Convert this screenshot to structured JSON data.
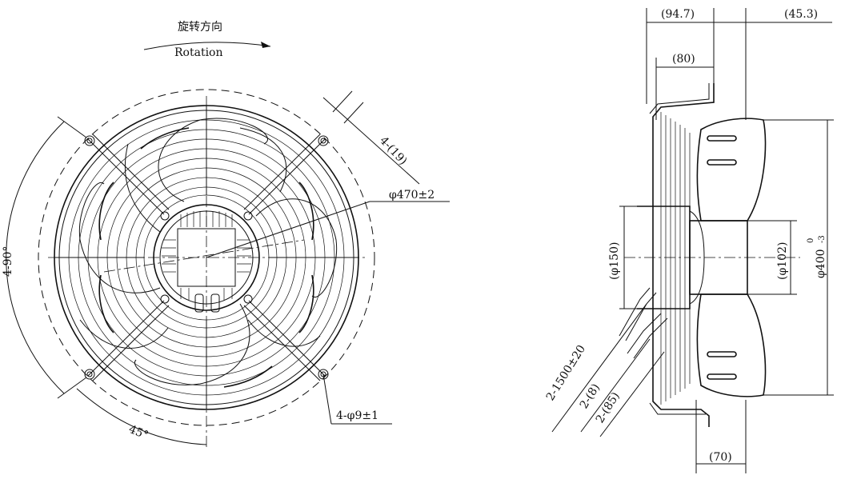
{
  "rotation": {
    "zh": "旋转方向",
    "en": "Rotation"
  },
  "front_view": {
    "ring_diameter": "φ470±2",
    "bolt_holes": "4-φ9±1",
    "slot_width": "4-(19)",
    "angle_spacing": "4-90°",
    "angle_offset": "45°"
  },
  "side_view": {
    "depth_total": "(94.7)",
    "depth_front": "(45.3)",
    "depth_grille": "(80)",
    "depth_hub": "(70)",
    "motor_dia": "(φ150)",
    "hub_dia": "(φ102)",
    "blade_dia": "φ400",
    "blade_dia_tol_upper": "0",
    "blade_dia_tol_lower": "-3",
    "cable_length": "2-1500±20",
    "cable_dia": "2-(8)",
    "cable_offset": "2-(85)"
  }
}
